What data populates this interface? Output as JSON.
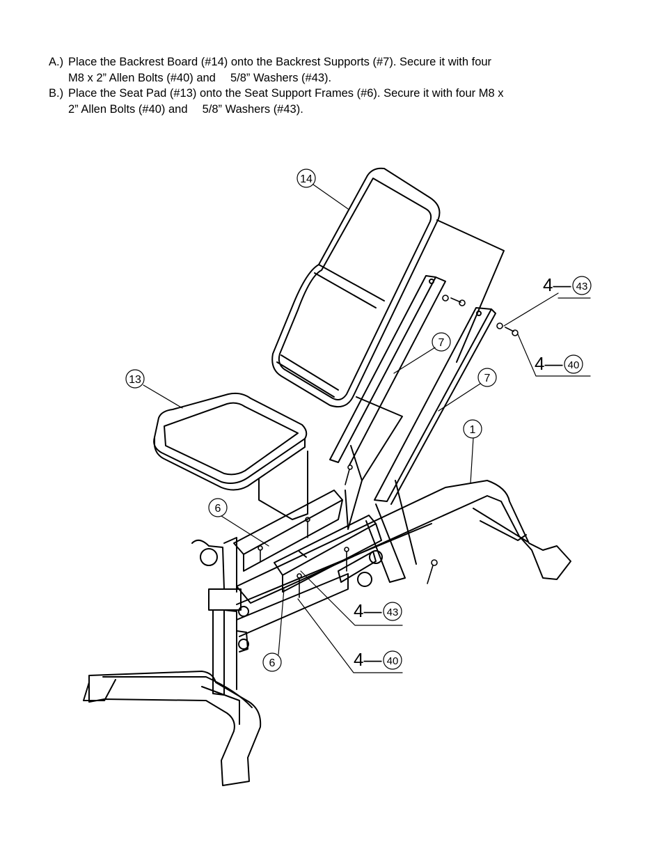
{
  "instructions": [
    {
      "letter": "A.)",
      "line1": "Place the Backrest Board (#14) onto the Backrest Supports (#7). Secure it with four",
      "line2": "M8 x 2” Allen Bolts (#40) and  5/8” Washers (#43)."
    },
    {
      "letter": "B.)",
      "line1": "Place the Seat Pad (#13) onto the Seat Support Frames (#6). Secure it with four M8 x",
      "line2": "2” Allen Bolts (#40) and  5/8” Washers (#43)."
    }
  ],
  "callouts": {
    "backrest_board": "14",
    "seat_pad": "13",
    "support_left": "7",
    "support_right": "7",
    "main_frame": "1",
    "seat_frame_upper": "6",
    "seat_frame_lower": "6",
    "washers_top_qty": "4—",
    "washers_top_part": "43",
    "bolts_top_qty": "4—",
    "bolts_top_part": "40",
    "washers_bottom_qty": "4—",
    "washers_bottom_part": "43",
    "bolts_bottom_qty": "4—",
    "bolts_bottom_part": "40"
  }
}
